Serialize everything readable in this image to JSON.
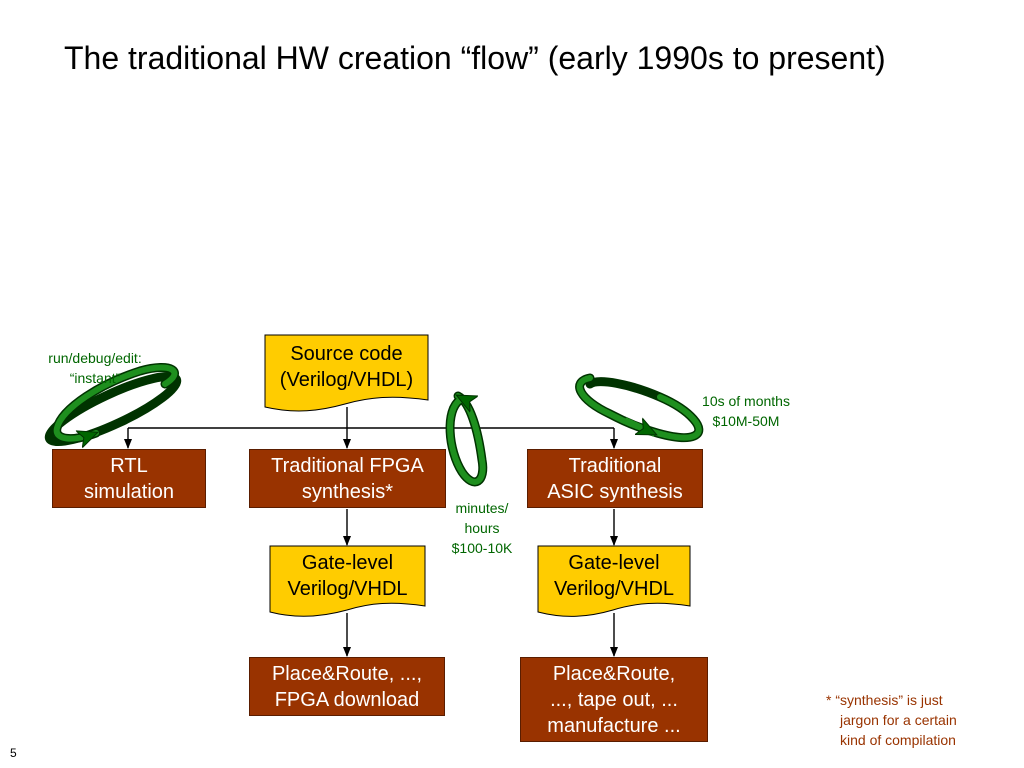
{
  "title": "The traditional HW creation “flow” (early 1990s to present)",
  "slide_number": "5",
  "nodes": {
    "source": "Source code\n(Verilog/VHDL)",
    "rtl_sim": "RTL\nsimulation",
    "fpga_synth": "Traditional FPGA\nsynthesis*",
    "asic_synth": "Traditional\nASIC synthesis",
    "fpga_gate": "Gate-level\nVerilog/VHDL",
    "asic_gate": "Gate-level\nVerilog/VHDL",
    "fpga_par": "Place&Route, ...,\nFPGA download",
    "asic_par": "Place&Route,\n..., tape out, ...\nmanufacture ..."
  },
  "loops": {
    "rtl": "run/debug/edit:\n“instant”",
    "fpga": "minutes/\nhours\n$100-10K",
    "asic": "10s of months\n$10M-50M"
  },
  "footnote": {
    "line1": "* “synthesis” is just",
    "line2": "jargon for a certain",
    "line3": "kind of compilation"
  },
  "colors": {
    "process_fill": "#993300",
    "document_fill": "#FFCC00",
    "loop_green": "#006600",
    "loop_dark": "#004400"
  }
}
